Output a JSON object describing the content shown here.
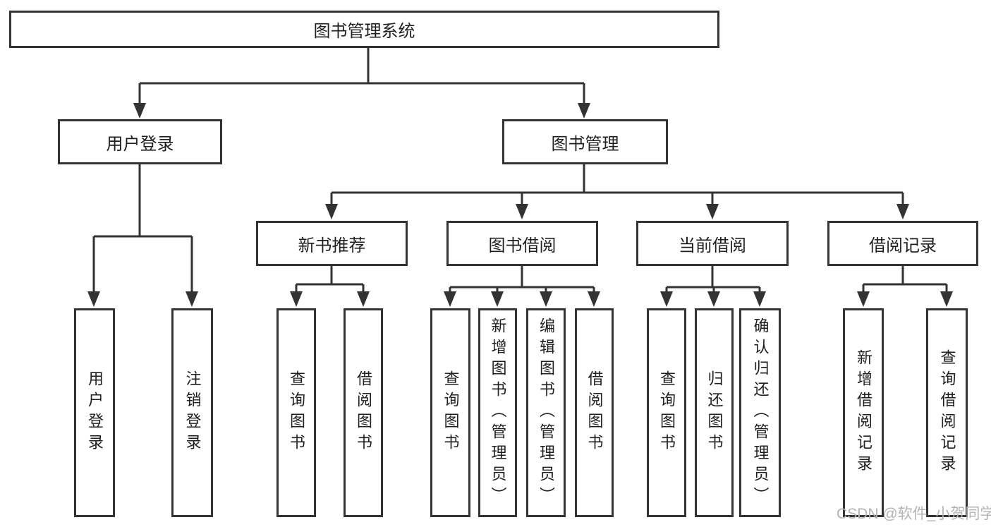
{
  "diagram": {
    "type": "hierarchy-tree",
    "background_color": "#ffffff",
    "line_color": "#333333",
    "text_color": "#1f1f1f",
    "watermark_color": "#b3b3b3"
  },
  "tree": {
    "label": "图书管理系统",
    "children": [
      {
        "label": "用户登录",
        "children": [
          {
            "label": "用户登录"
          },
          {
            "label": "注销登录"
          }
        ]
      },
      {
        "label": "图书管理",
        "children": [
          {
            "label": "新书推荐",
            "children": [
              {
                "label": "查询图书"
              },
              {
                "label": "借阅图书"
              }
            ]
          },
          {
            "label": "图书借阅",
            "children": [
              {
                "label": "查询图书"
              },
              {
                "label": "新增图书（管理员）"
              },
              {
                "label": "编辑图书（管理员）"
              },
              {
                "label": "借阅图书"
              }
            ]
          },
          {
            "label": "当前借阅",
            "children": [
              {
                "label": "查询图书"
              },
              {
                "label": "归还图书"
              },
              {
                "label": "确认归还（管理员）"
              }
            ]
          },
          {
            "label": "借阅记录",
            "children": [
              {
                "label": "新增借阅记录"
              },
              {
                "label": "查询借阅记录"
              }
            ]
          }
        ]
      }
    ]
  },
  "watermark": {
    "text": "CSDN @软件_小贺同学"
  }
}
